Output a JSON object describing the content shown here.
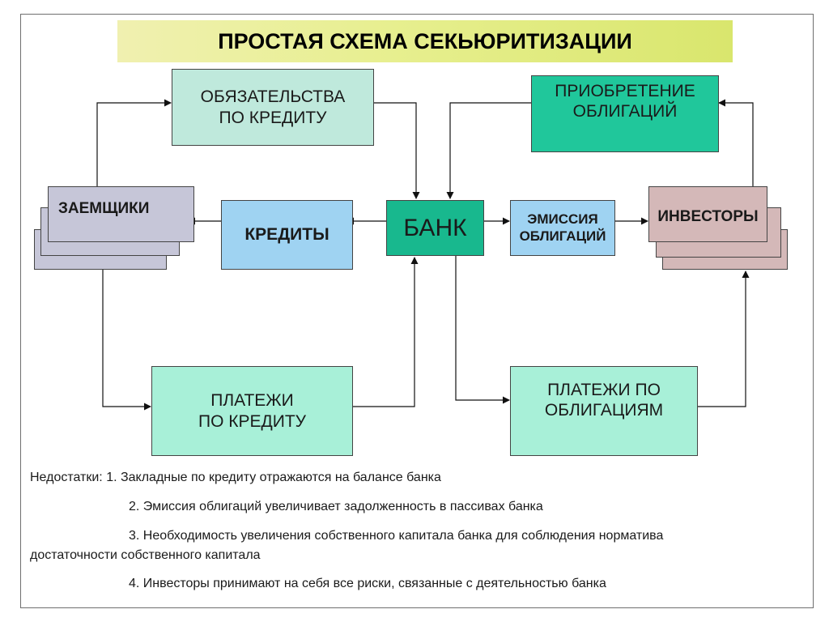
{
  "title": "ПРОСТАЯ СХЕМА СЕКЬЮРИТИЗАЦИИ",
  "nodes": {
    "obligations": [
      "ОБЯЗАТЕЛЬСТВА",
      "ПО КРЕДИТУ"
    ],
    "bond_purchase": [
      "ПРИОБРЕТЕНИЕ",
      "ОБЛИГАЦИЙ"
    ],
    "borrowers": "ЗАЕМЩИКИ",
    "credits": "КРЕДИТЫ",
    "bank": "БАНК",
    "bond_issue": [
      "ЭМИССИЯ",
      "ОБЛИГАЦИЙ"
    ],
    "investors": "ИНВЕСТОРЫ",
    "loan_payments": [
      "ПЛАТЕЖИ",
      "ПО КРЕДИТУ"
    ],
    "bond_payments": [
      "ПЛАТЕЖИ ПО",
      "ОБЛИГАЦИЯМ"
    ]
  },
  "notes": {
    "intro": "Недостатки: 1. Закладные по кредиту отражаются на балансе банка",
    "item2": "2. Эмиссия облигаций увеличивает задолженность в пассивах банка",
    "item3_line1": "3. Необходимость увеличения собственного капитала банка для соблюдения норматива",
    "item3_line2": "достаточности собственного капитала",
    "item4": "4. Инвесторы принимают на себя все риски, связанные с деятельностью банка"
  },
  "colors": {
    "title_bar": "#e7ef8f",
    "obligations": "#bfe9dc",
    "bond_purchase": "#20c79b",
    "borrowers": "#c6c6d8",
    "credits": "#9fd3f2",
    "bank": "#18b88e",
    "bond_issue": "#9fd3f2",
    "investors": "#d4b8b8",
    "payments": "#a8f0d8"
  }
}
